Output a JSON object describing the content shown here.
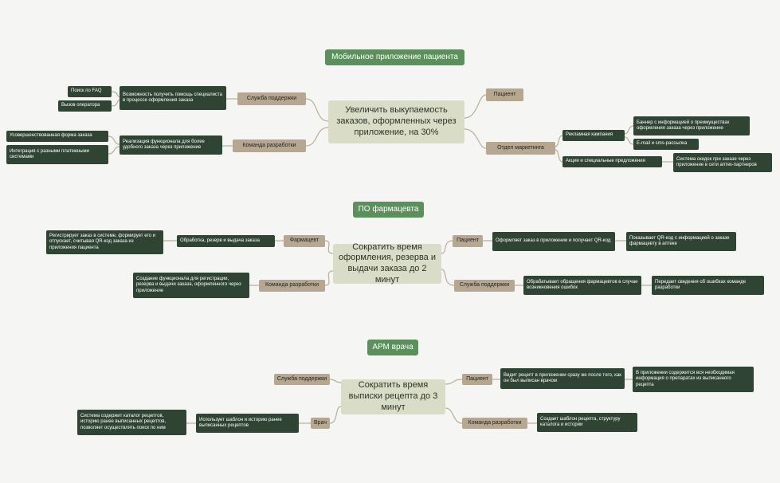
{
  "maps": [
    {
      "title": "Мобильное приложение пациента",
      "goal": "Увеличить выкупаемость заказов, оформленных через приложение, на 30%",
      "left": [
        {
          "role": "Служба поддержки",
          "tasks": [
            {
              "text": "Возможность получить помощь специалиста в процессе оформления заказа",
              "items": [
                "Поиск по FAQ",
                "Вызов оператора"
              ]
            }
          ]
        },
        {
          "role": "Команда разработки",
          "tasks": [
            {
              "text": "Реализация функционала для более удобного заказа через приложение",
              "items": [
                "Усовершенствованная форма заказа",
                "Интеграция с разными платежными системами"
              ]
            }
          ]
        }
      ],
      "right": [
        {
          "role": "Пациент",
          "tasks": []
        },
        {
          "role": "Отдел маркетинга",
          "tasks": [
            {
              "text": "Рекламная кампания",
              "items": [
                "Баннер с информацией о преимуществах оформления заказа через приложение",
                "E-mail и sms-рассылка"
              ]
            },
            {
              "text": "Акции и специальные предложения",
              "items": [
                "Система скидок при заказе через приложение в сети аптек-партнеров"
              ]
            }
          ]
        }
      ]
    },
    {
      "title": "ПО фармацевта",
      "goal": "Сократить время оформления, резерва и выдачи заказа до 2 минут",
      "left": [
        {
          "role": "Фармацевт",
          "tasks": [
            {
              "text": "Обработка, резерв и выдача заказа",
              "items": [
                "Регистрирует заказ в системе, формирует его и отпускает, считывая QR-код заказа из приложения пациента"
              ]
            }
          ]
        },
        {
          "role": "Команда разработки",
          "tasks": [
            {
              "text": "Создание функционала для регистрации, резерва и выдачи заказа, оформленного через приложение",
              "items": []
            }
          ]
        }
      ],
      "right": [
        {
          "role": "Пациент",
          "tasks": [
            {
              "text": "Оформляет заказ в приложении и получает QR-код",
              "items": [
                "Показывает QR-код с информацией о заказе фармацевту в аптеке"
              ]
            }
          ]
        },
        {
          "role": "Служба поддержки",
          "tasks": [
            {
              "text": "Обрабатывает обращения фармацевтов в случае возникновения ошибок",
              "items": [
                "Передает сведения об ошибках команде разработки"
              ]
            }
          ]
        }
      ]
    },
    {
      "title": "АРМ врача",
      "goal": "Сократить время выписки рецепта до 3 минут",
      "left": [
        {
          "role": "Служба поддержки",
          "tasks": []
        },
        {
          "role": "Врач",
          "tasks": [
            {
              "text": "Использует шаблон и историю ранее выписанных рецептов",
              "items": [
                "Система содержит каталог рецептов, историю ранее выписанных рецептов, позволяет осуществлять поиск по ним"
              ]
            }
          ]
        }
      ],
      "right": [
        {
          "role": "Пациент",
          "tasks": [
            {
              "text": "Видит рецепт в приложении сразу же после того, как он был выписан врачом",
              "items": [
                "В приложении содержится вся необходимая информация о препаратах из выписанного рецепта"
              ]
            }
          ]
        },
        {
          "role": "Команда разработки",
          "tasks": [
            {
              "text": "Создает шаблон рецепта, структуру каталога и истории",
              "items": []
            }
          ]
        }
      ]
    }
  ],
  "colors": {
    "header": "#5b8f5b",
    "goal": "#d9dcc6",
    "role": "#b6a890",
    "leaf": "#2f4433",
    "line": "#b9ae98",
    "background": "#f5f5f4"
  }
}
